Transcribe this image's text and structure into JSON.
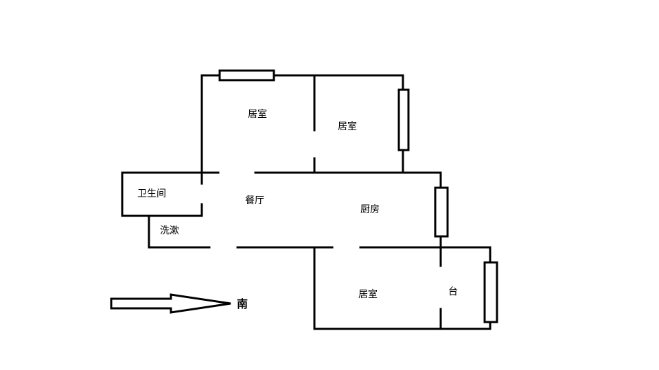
{
  "rooms": {
    "bedroom_upper_left": "居室",
    "bedroom_upper_right": "居室",
    "bathroom": "卫生间",
    "washroom": "洗漱",
    "dining_room": "餐厅",
    "kitchen": "厨房",
    "bedroom_lower": "居室",
    "balcony": "台"
  },
  "compass": {
    "direction": "南"
  }
}
